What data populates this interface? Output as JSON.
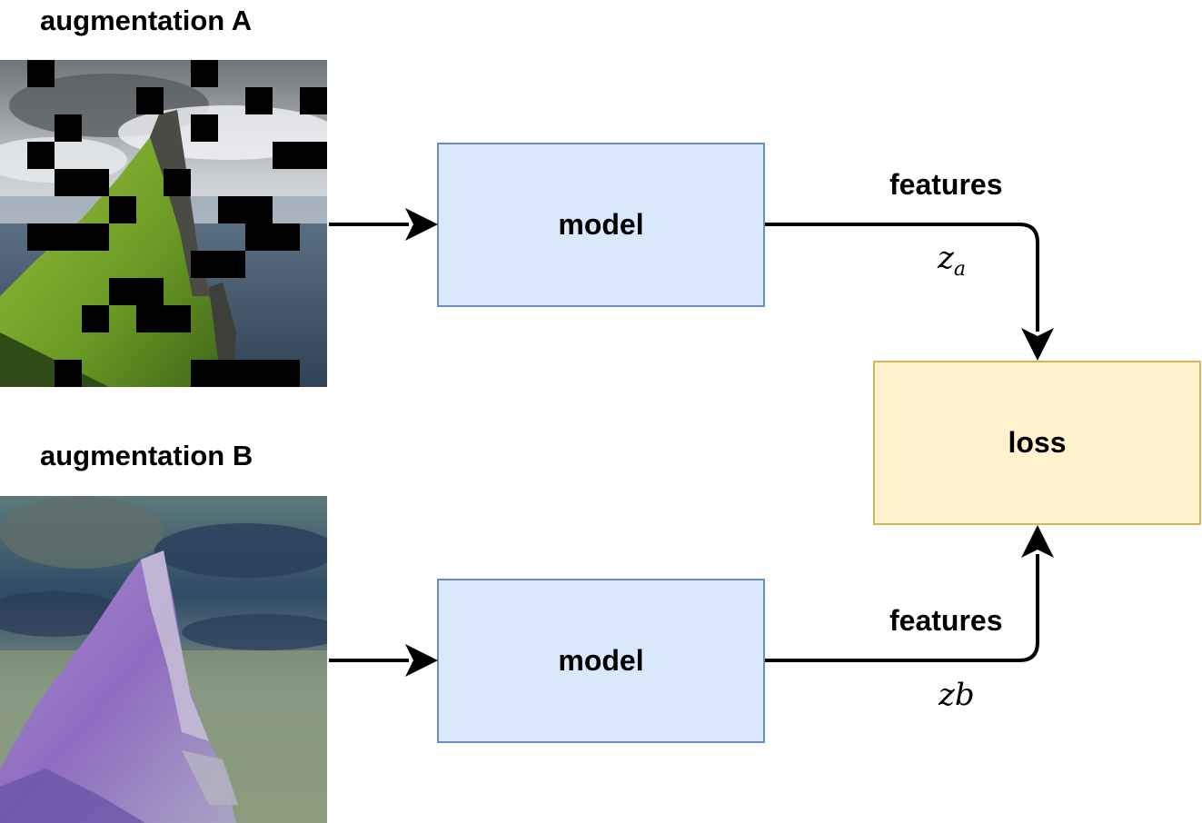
{
  "augmentation_a": {
    "label": "augmentation A"
  },
  "augmentation_b": {
    "label": "augmentation B"
  },
  "model_a": {
    "label": "model"
  },
  "model_b": {
    "label": "model"
  },
  "loss": {
    "label": "loss"
  },
  "edge_a": {
    "label": "features",
    "var": "z",
    "sub": "a"
  },
  "edge_b": {
    "label": "features",
    "var": "zb"
  },
  "colors": {
    "model_fill": "#dae8fc",
    "model_stroke": "#6c8ebf",
    "loss_fill": "#fff2cc",
    "loss_stroke": "#d6b656",
    "edge": "#000000"
  }
}
